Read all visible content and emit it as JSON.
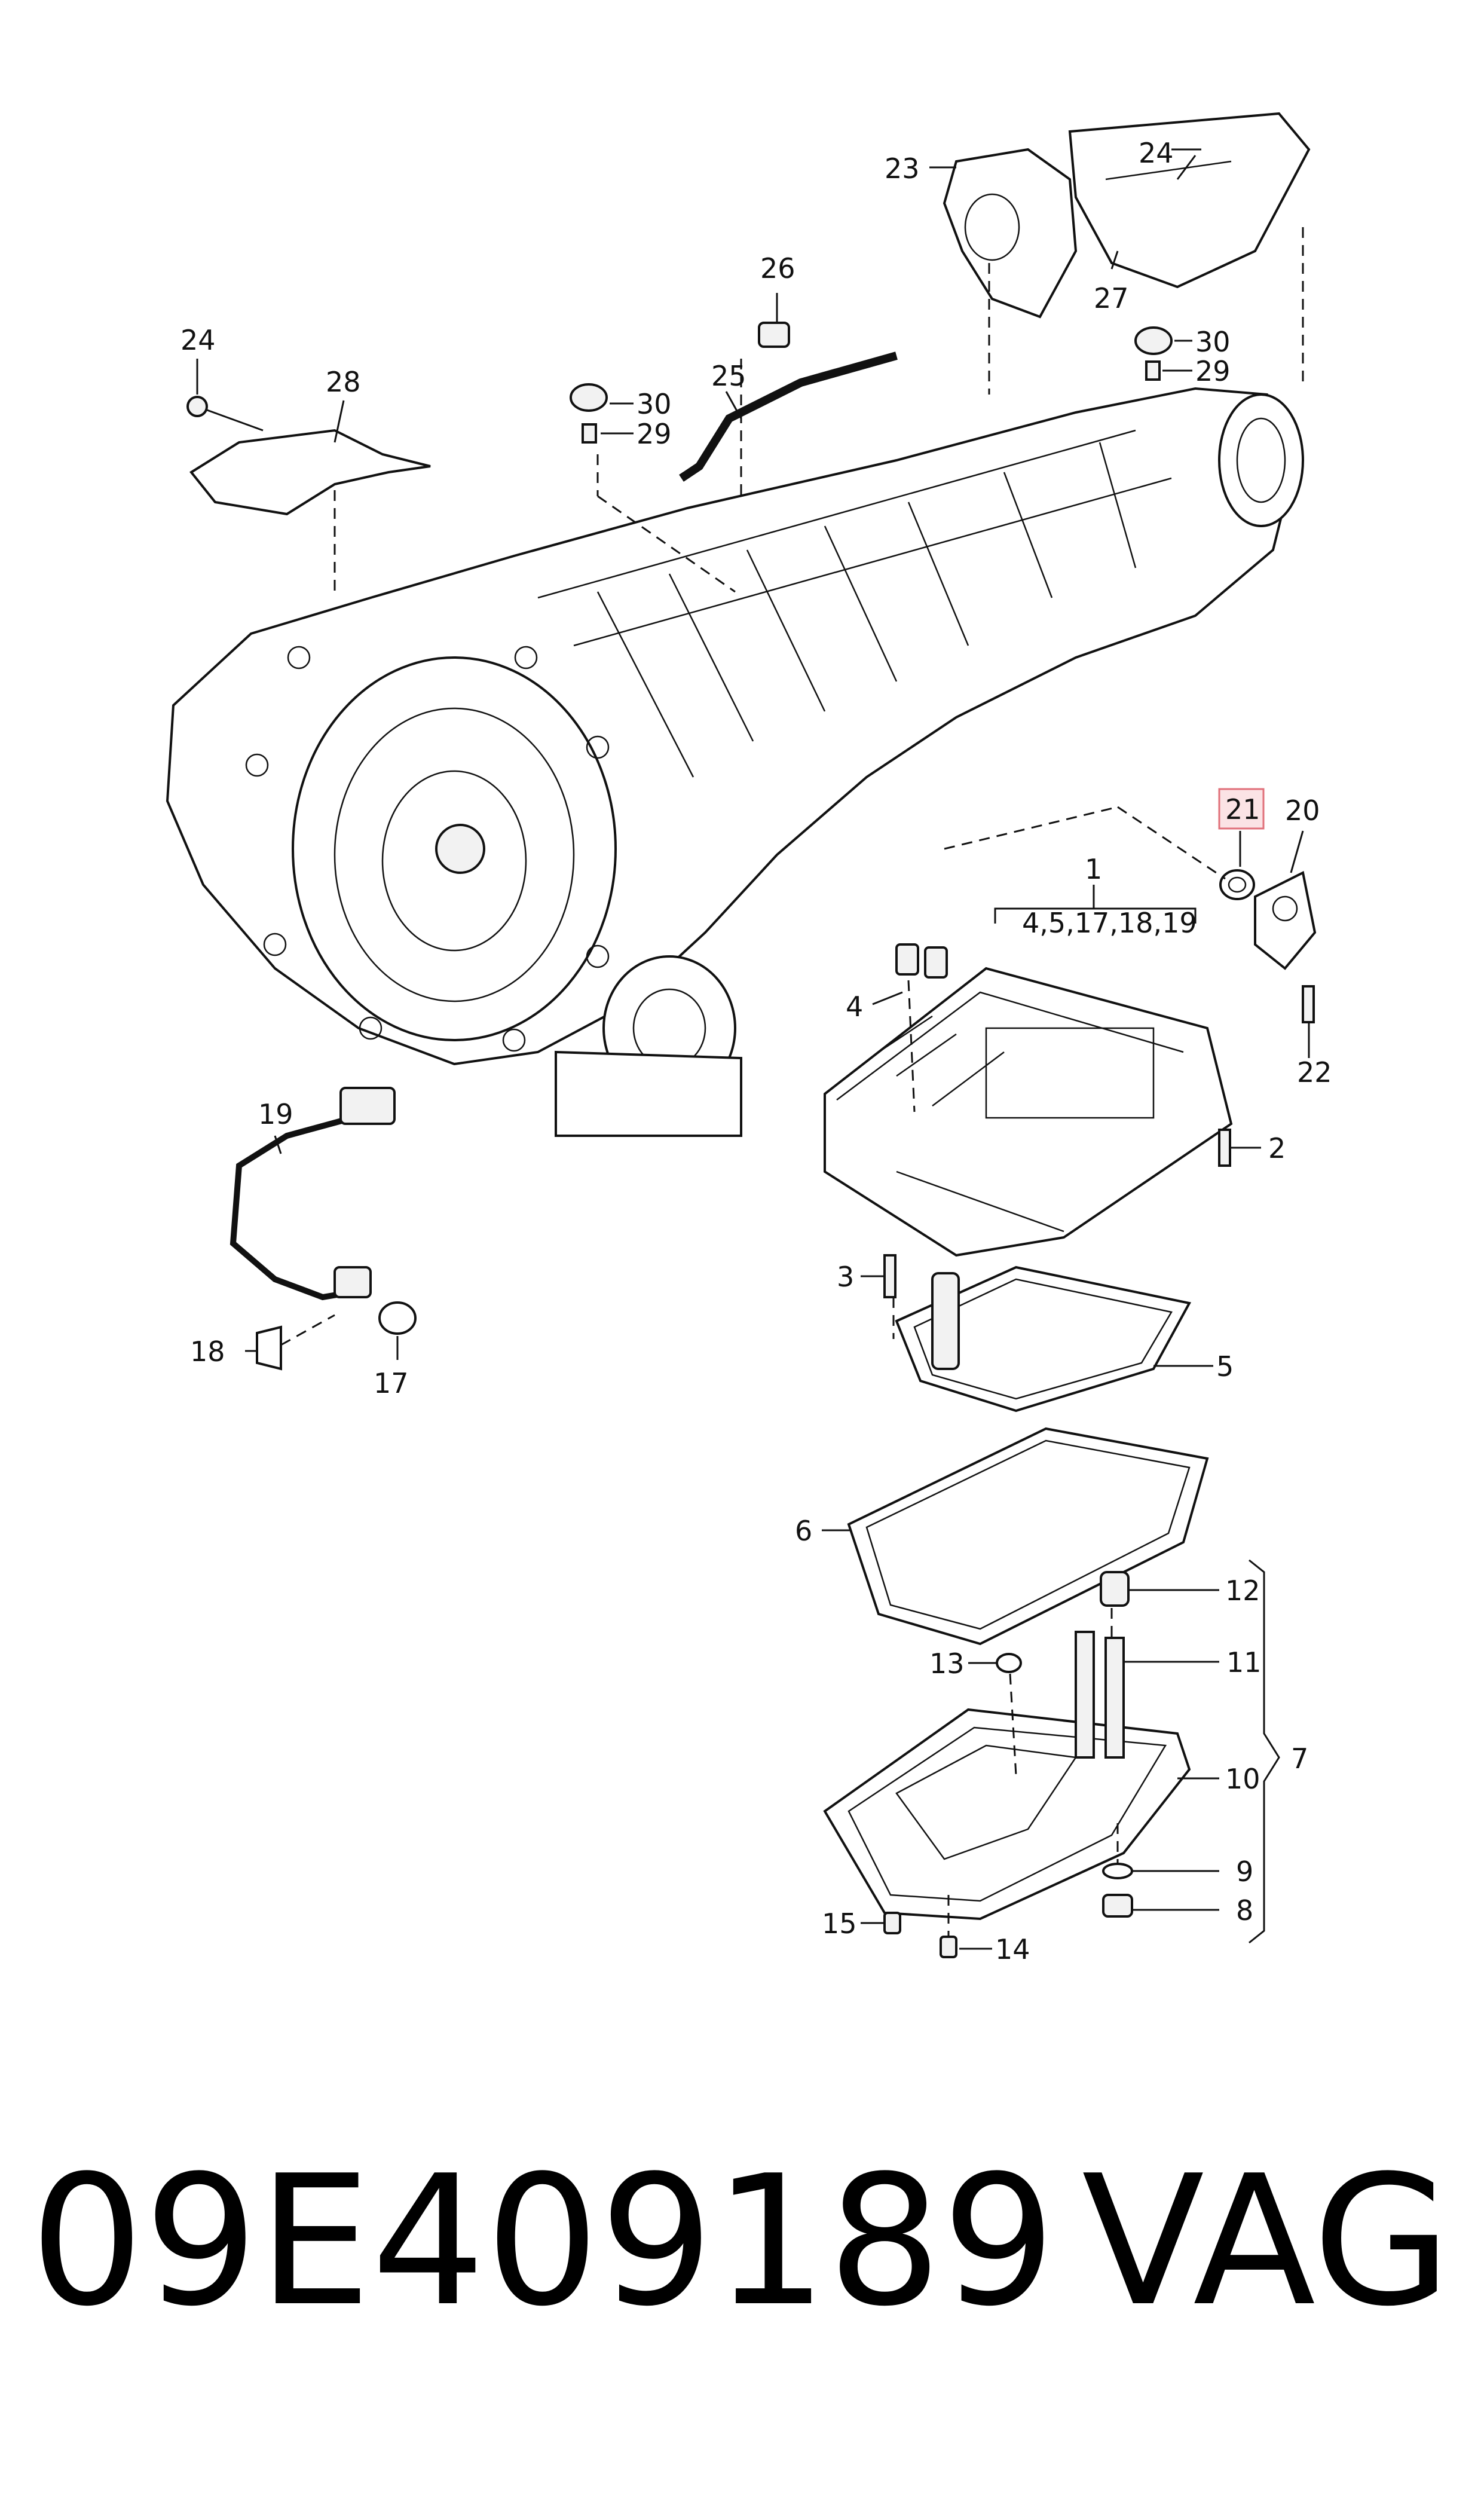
{
  "callouts": {
    "c1": "1",
    "c1_sub": "4,5,17,18,19",
    "c2": "2",
    "c3": "3",
    "c4": "4",
    "c5": "5",
    "c6": "6",
    "c7": "7",
    "c8": "8",
    "c9": "9",
    "c10": "10",
    "c11": "11",
    "c12": "12",
    "c13": "13",
    "c14": "14",
    "c15": "15",
    "c17": "17",
    "c18": "18",
    "c19": "19",
    "c20": "20",
    "c21": "21",
    "c22": "22",
    "c23": "23",
    "c24a": "24",
    "c24b": "24",
    "c25": "25",
    "c26": "26",
    "c27": "27",
    "c28": "28",
    "c29a": "29",
    "c29b": "29",
    "c30a": "30",
    "c30b": "30"
  },
  "highlighted_callout": "21",
  "colors": {
    "highlight_border": "#e0707a",
    "highlight_fill": "#fbe3e5",
    "ink": "#111111"
  },
  "footer": {
    "part_number": "09E409189",
    "brand": "VAG"
  }
}
